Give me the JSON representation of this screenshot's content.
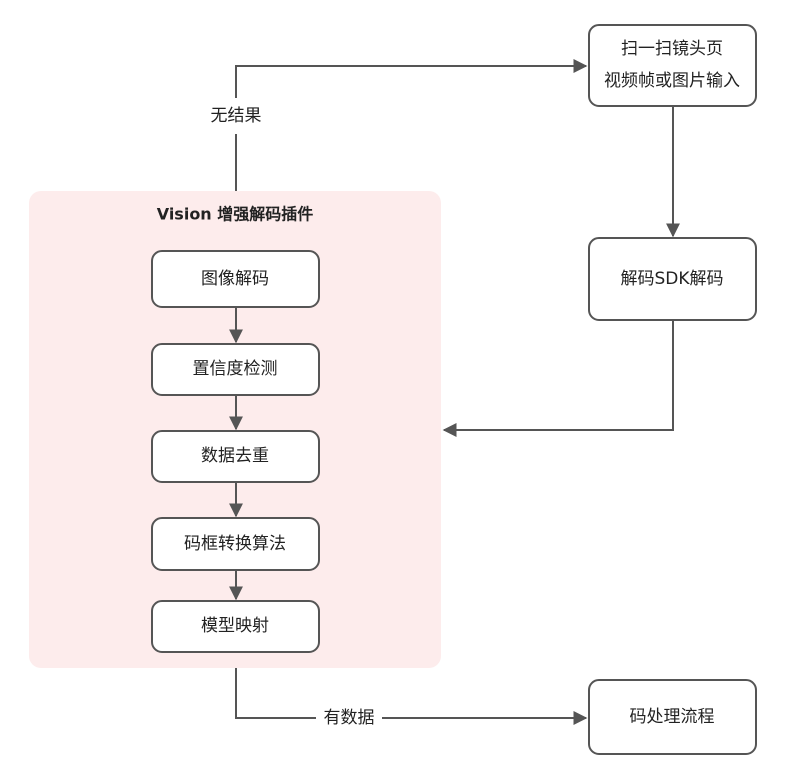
{
  "group": {
    "title": "Vision 增强解码插件",
    "fill_color": "#fdecec"
  },
  "nodes": {
    "scan_input": {
      "line1": "扫一扫镜头页",
      "line2": "视频帧或图片输入"
    },
    "sdk_decode": {
      "label": "解码SDK解码"
    },
    "image_decode": {
      "label": "图像解码"
    },
    "confidence_detect": {
      "label": "置信度检测"
    },
    "data_dedup": {
      "label": "数据去重"
    },
    "box_convert": {
      "label": "码框转换算法"
    },
    "model_map": {
      "label": "模型映射"
    },
    "code_process": {
      "label": "码处理流程"
    }
  },
  "edges": {
    "no_result": {
      "label": "无结果"
    },
    "has_data": {
      "label": "有数据"
    }
  },
  "colors": {
    "stroke": "#555555",
    "text": "#222222"
  }
}
